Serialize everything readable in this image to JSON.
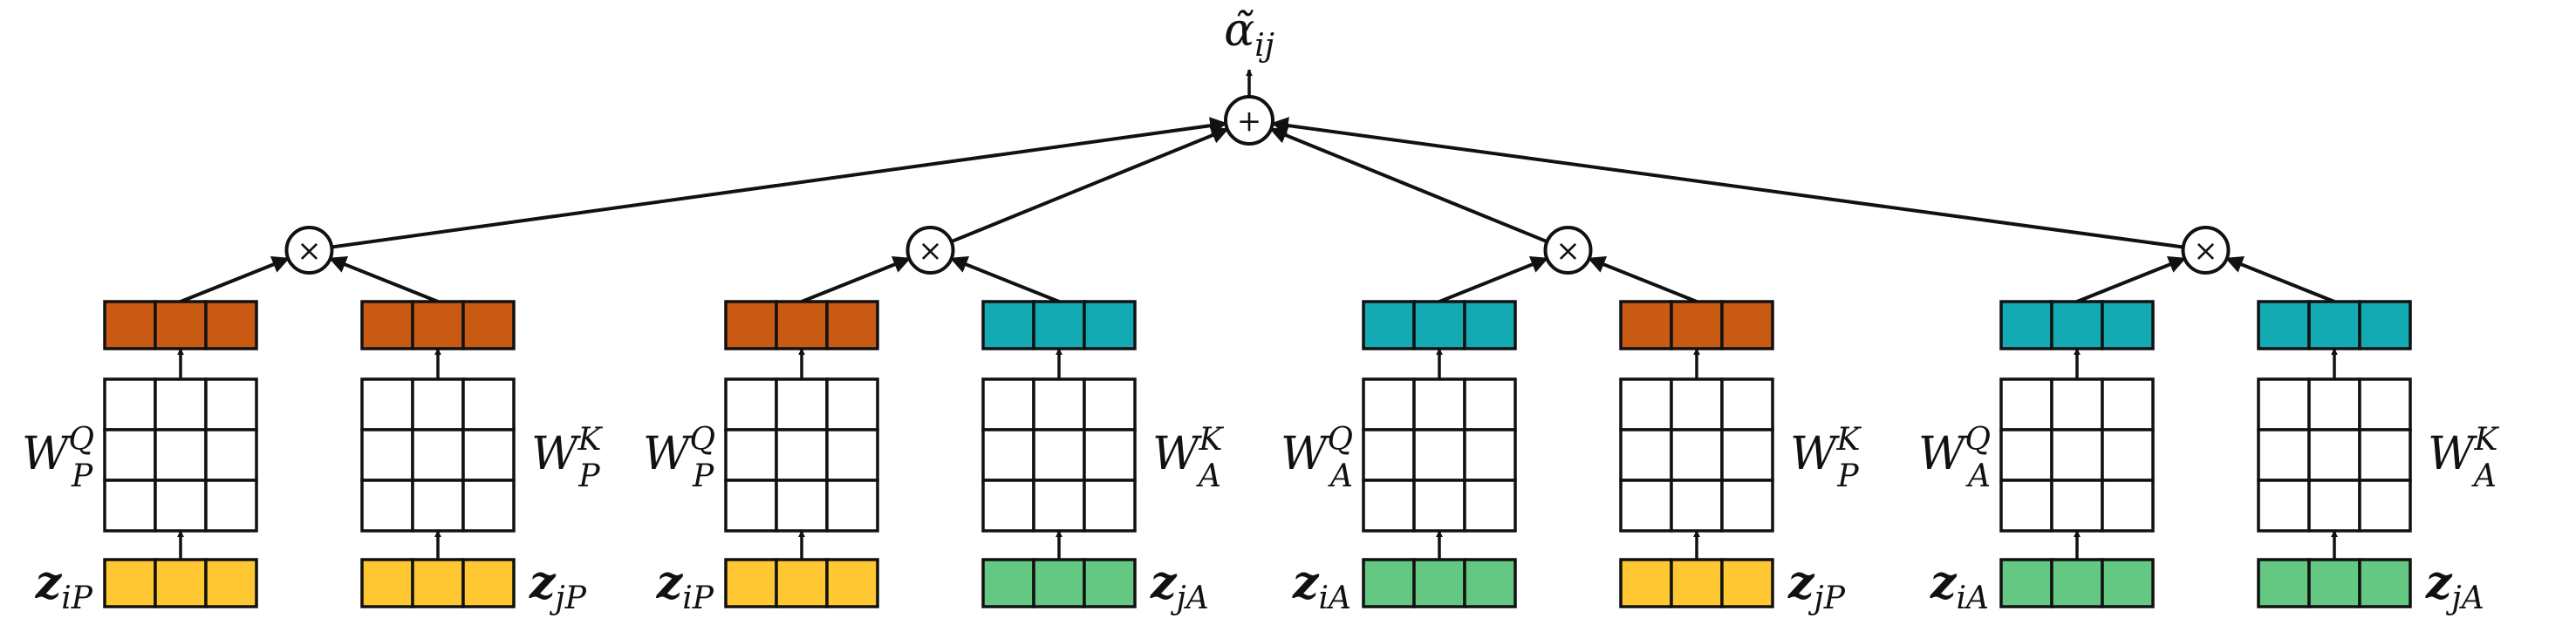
{
  "colors": {
    "input_P": "#ffc832",
    "input_A": "#64c882",
    "proj_P": "#c85a14",
    "proj_A": "#14aab4",
    "matrix": "#ffffff",
    "stroke": "#111111"
  },
  "output_label": {
    "base": "α̃",
    "sub": "ij"
  },
  "sum_symbol": "+",
  "product_symbol": "×",
  "groups": [
    {
      "left": {
        "input": {
          "base": "z",
          "sub": "iP",
          "kind": "P"
        },
        "weight": {
          "base": "W",
          "sub": "P",
          "sup": "Q"
        },
        "proj": "P"
      },
      "right": {
        "input": {
          "base": "z",
          "sub": "jP",
          "kind": "P"
        },
        "weight": {
          "base": "W",
          "sub": "P",
          "sup": "K"
        },
        "proj": "P"
      }
    },
    {
      "left": {
        "input": {
          "base": "z",
          "sub": "iP",
          "kind": "P"
        },
        "weight": {
          "base": "W",
          "sub": "P",
          "sup": "Q"
        },
        "proj": "P"
      },
      "right": {
        "input": {
          "base": "z",
          "sub": "jA",
          "kind": "A"
        },
        "weight": {
          "base": "W",
          "sub": "A",
          "sup": "K"
        },
        "proj": "A"
      }
    },
    {
      "left": {
        "input": {
          "base": "z",
          "sub": "iA",
          "kind": "A"
        },
        "weight": {
          "base": "W",
          "sub": "A",
          "sup": "Q"
        },
        "proj": "A"
      },
      "right": {
        "input": {
          "base": "z",
          "sub": "jP",
          "kind": "P"
        },
        "weight": {
          "base": "W",
          "sub": "P",
          "sup": "K"
        },
        "proj": "P"
      }
    },
    {
      "left": {
        "input": {
          "base": "z",
          "sub": "iA",
          "kind": "A"
        },
        "weight": {
          "base": "W",
          "sub": "A",
          "sup": "Q"
        },
        "proj": "A"
      },
      "right": {
        "input": {
          "base": "z",
          "sub": "jA",
          "kind": "A"
        },
        "weight": {
          "base": "W",
          "sub": "A",
          "sup": "K"
        },
        "proj": "A"
      }
    }
  ]
}
